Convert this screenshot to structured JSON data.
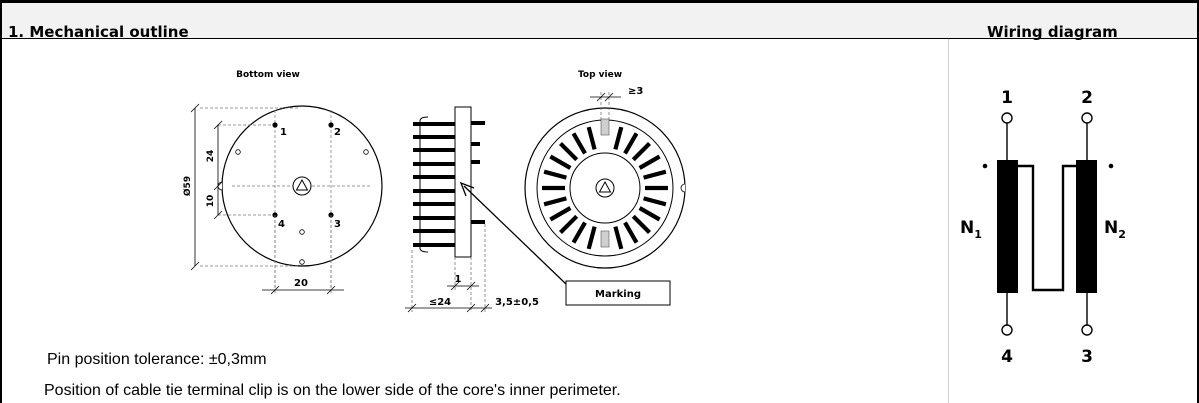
{
  "header": {
    "title": "1. Mechanical outline",
    "wiring_title": "Wiring diagram"
  },
  "drawing": {
    "bottom_view_label": "Bottom view",
    "top_view_label": "Top view",
    "bottom_pins": [
      "1",
      "2",
      "4",
      "3"
    ],
    "dim_diameter": "Ø59",
    "dim_24": "24",
    "dim_10": "10",
    "dim_20": "20",
    "dim_1": "1",
    "dim_le24": "≤24",
    "dim_35": "3,5±0,5",
    "dim_ge3": "≥3",
    "marking_label": "Marking"
  },
  "wiring": {
    "pin_top_left": "1",
    "pin_top_right": "2",
    "pin_bottom_left": "4",
    "pin_bottom_right": "3",
    "n1_main": "N",
    "n1_sub": "1",
    "n2_main": "N",
    "n2_sub": "2"
  },
  "notes": {
    "tolerance": "Pin position tolerance: ±0,3mm",
    "cable_tie": "Position of cable tie terminal clip is on the lower side of the core's inner perimeter."
  }
}
